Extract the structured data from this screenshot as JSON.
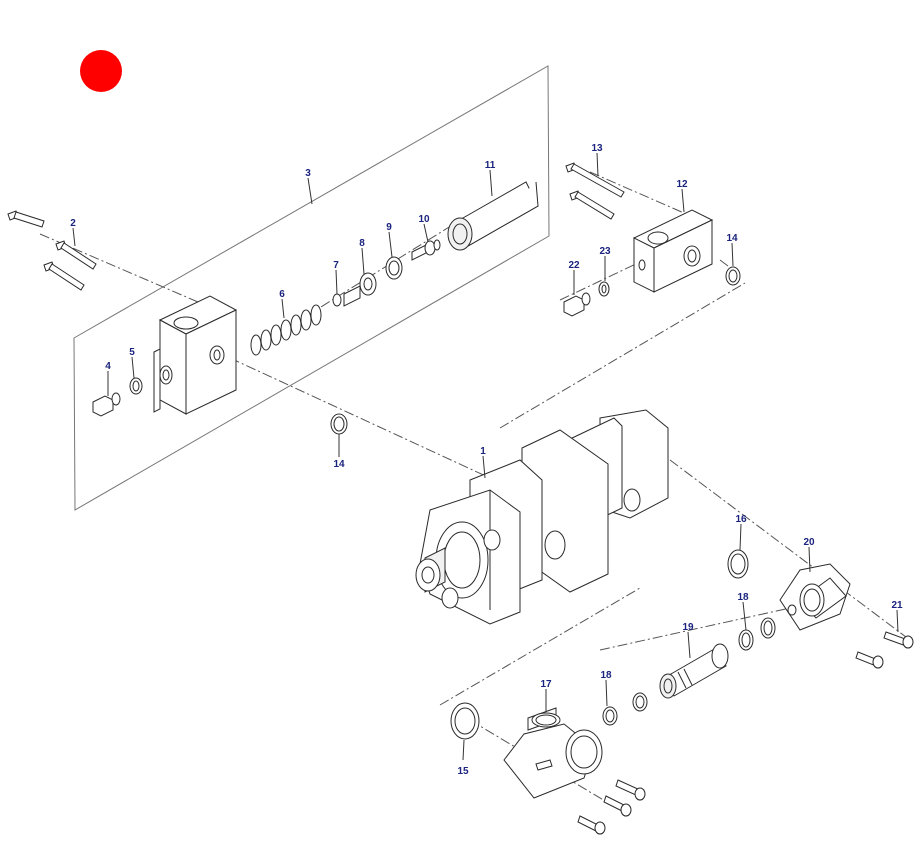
{
  "colors": {
    "label": "#1a237e",
    "marker": "#ff0000",
    "line": "#2a2a2a"
  },
  "labels": {
    "n1": "1",
    "n2": "2",
    "n3": "3",
    "n4": "4",
    "n5": "5",
    "n6": "6",
    "n7": "7",
    "n8": "8",
    "n9": "9",
    "n10": "10",
    "n11": "11",
    "n12": "12",
    "n13": "13",
    "n14a": "14",
    "n14b": "14",
    "n15": "15",
    "n16": "16",
    "n17": "17",
    "n18a": "18",
    "n18b": "18",
    "n19": "19",
    "n20": "20",
    "n21": "21",
    "n22": "22",
    "n23": "23"
  }
}
